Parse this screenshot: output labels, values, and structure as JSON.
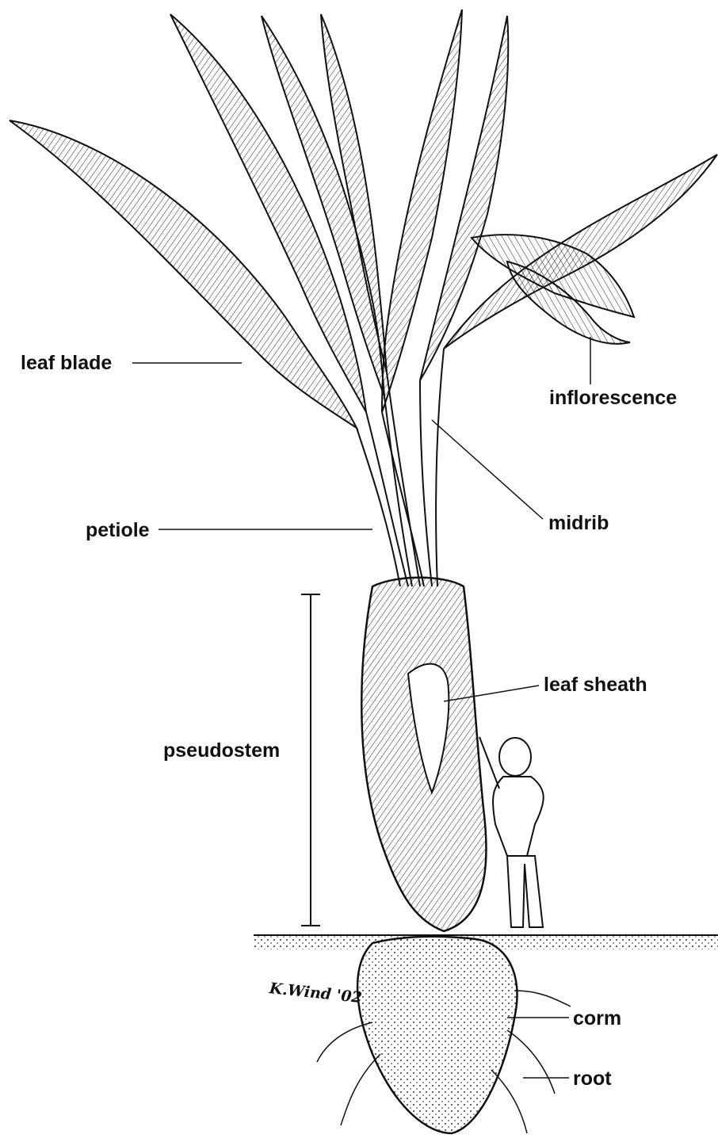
{
  "labels": {
    "leaf_blade": "leaf blade",
    "inflorescence": "inflorescence",
    "midrib": "midrib",
    "petiole": "petiole",
    "leaf_sheath": "leaf sheath",
    "pseudostem": "pseudostem",
    "corm": "corm",
    "root": "root"
  },
  "signature": "K.Wind '02",
  "colors": {
    "ink": "#111111",
    "paper": "#ffffff"
  }
}
